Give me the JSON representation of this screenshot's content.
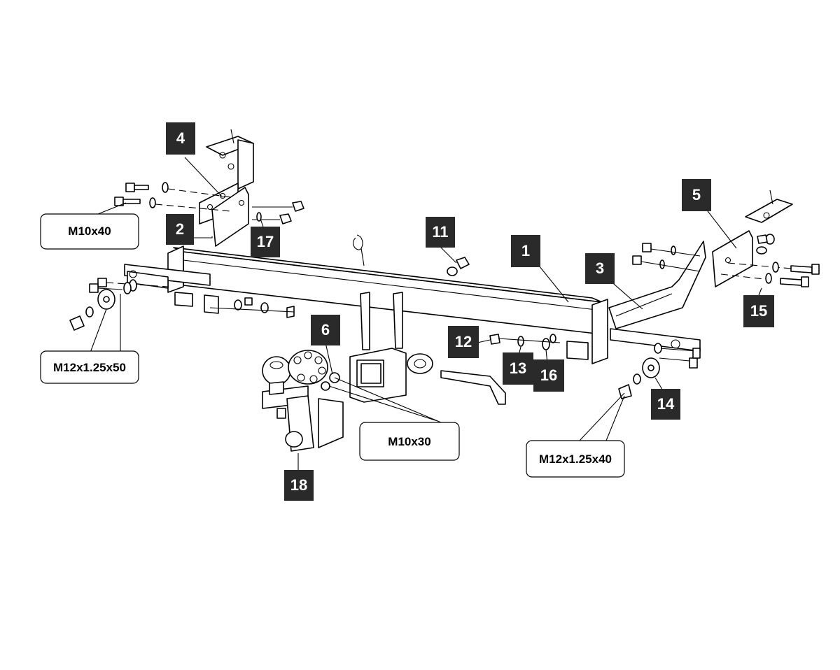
{
  "badges": {
    "b1": "1",
    "b2": "2",
    "b3": "3",
    "b4": "4",
    "b5": "5",
    "b6": "6",
    "b11": "11",
    "b12": "12",
    "b13": "13",
    "b14": "14",
    "b15": "15",
    "b16": "16",
    "b17": "17",
    "b18": "18"
  },
  "bolt_labels": {
    "m10x40": "M10x40",
    "m12x50": "M12x1.25x50",
    "m10x30": "M10x30",
    "m12x40": "M12x1.25x40"
  },
  "colors": {
    "badge": "#2a2a2a",
    "line": "#000000",
    "paper": "#ffffff"
  }
}
